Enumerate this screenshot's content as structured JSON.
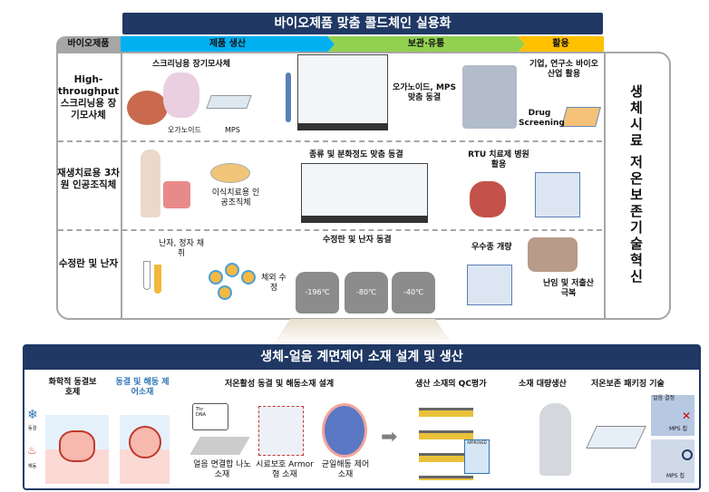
{
  "banner": "바이오제품 맞춤 콜드체인 실용화",
  "header": {
    "col0": "바이오제품",
    "stages": [
      "제품 생산",
      "보관·유통",
      "활용"
    ]
  },
  "colors": {
    "navy": "#1f3864",
    "production": "#00b0f0",
    "storage": "#92d050",
    "use": "#ffc000"
  },
  "rows": [
    {
      "label": "High-throughput 스크리닝용 장기모사체",
      "production": {
        "title": "스크리닝용 장기모사체",
        "sub1": "오가노이드",
        "sub2": "MPS"
      },
      "storage": "오가노이드, MPS 맞춤 동결",
      "use": {
        "title": "기업, 연구소 바이오산업 활용",
        "sub": "Drug Screening"
      }
    },
    {
      "label": "재생치료용 3차원 인공조직체",
      "production": {
        "title": "이식치료용 인공조직체"
      },
      "storage": "종류 및 분화정도 맞춤 동결",
      "use": {
        "title": "RTU 치료제 병원 활용"
      }
    },
    {
      "label": "수정란 및 난자",
      "production": {
        "title": "난자, 정자 채취",
        "sub1": "체외 수정"
      },
      "storage": {
        "title": "수정란 및 난자 동결",
        "temps": [
          "-196℃",
          "-80℃",
          "-40℃"
        ]
      },
      "use": {
        "title": "우수종 개량",
        "sub": "난임 및 저출산 극복"
      }
    }
  ],
  "side_title": "생체시료 저온보존 기술혁신",
  "bottom": {
    "title": "생체-얼음 계면제어 소재 설계 및 생산",
    "items": [
      {
        "title": "화학적 동결보호제",
        "labels": [
          "동결",
          "해동"
        ]
      },
      {
        "title": "동결 및 해동 제어소재"
      },
      {
        "title": "저온활성 동결 및 해동소재 설계",
        "subs": [
          "얼음 면결합 나노소재",
          "시료보호 Armor형 소재",
          "균일해동 제어소재"
        ],
        "dna": [
          "Thr",
          "DNA"
        ]
      },
      {
        "title": "생산 소재의 QC평가",
        "stamp": "APPROVED"
      },
      {
        "title": "소재 대량생산"
      },
      {
        "title": "저온보존 패키징 기술",
        "labels": [
          "얼음 결정",
          "MPS 칩",
          "MPS 칩"
        ]
      }
    ]
  }
}
